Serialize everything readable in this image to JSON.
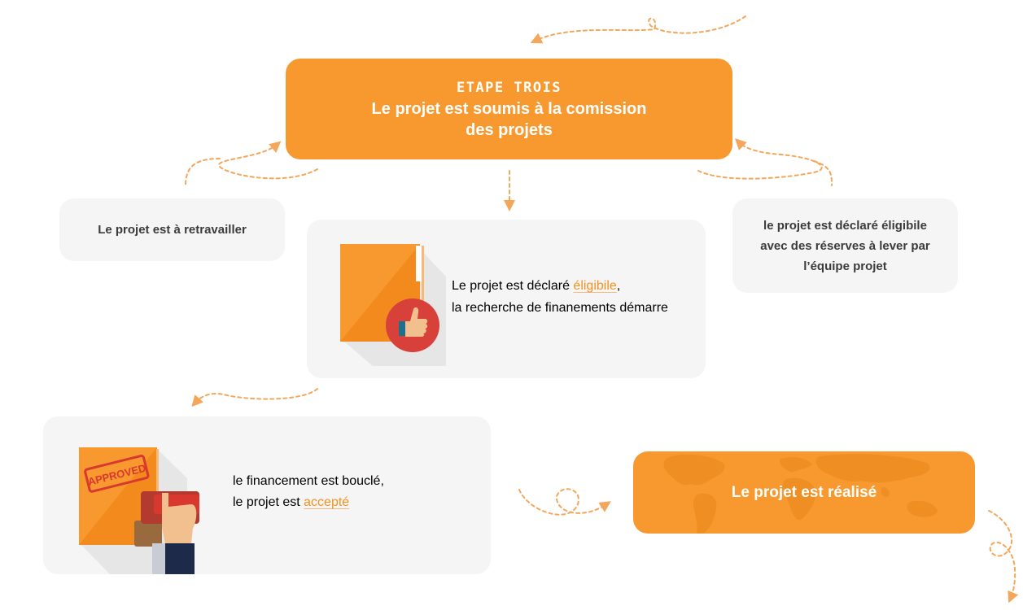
{
  "header": {
    "step_label": "ETAPE TROIS",
    "title_line1": "Le projet est soumis à la comission",
    "title_line2": "des projets"
  },
  "left_card": {
    "text": "Le projet est à retravailler"
  },
  "right_card": {
    "line1": "le projet est déclaré éligibile",
    "line2": "avec des réserves à lever par",
    "line3": "l’équipe projet"
  },
  "center_card": {
    "line1_prefix": "Le projet est déclaré ",
    "line1_highlight": "éligibile",
    "line1_suffix": ",",
    "line2": "la recherche de finanements démarre"
  },
  "funding_card": {
    "line1": "le financement est bouclé,",
    "line2_prefix": "le projet est ",
    "line2_highlight": "accepté",
    "stamp_text": "APPROVED"
  },
  "final_box": {
    "text": "Le projet est réalisé"
  },
  "colors": {
    "accent": "#f7992f",
    "card_bg": "#f5f5f5",
    "text_dark": "#3b3b3b",
    "highlight": "#f39221",
    "stamp_red": "#d9382e"
  },
  "icons": [
    "folder-thumbs-up-icon",
    "folder-approved-stamp-icon",
    "world-map-icon"
  ]
}
